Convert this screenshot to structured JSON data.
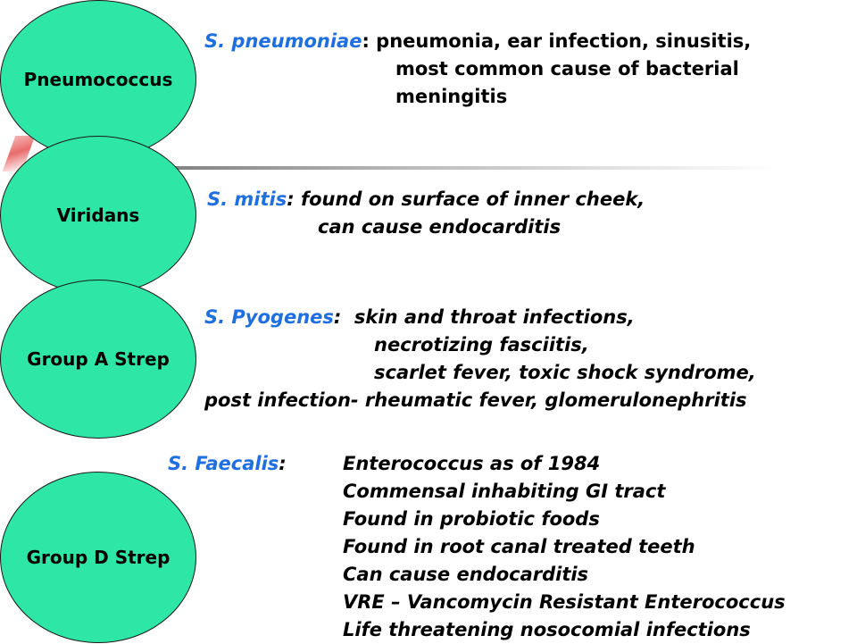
{
  "circles": {
    "pneumococcus": "Pneumococcus",
    "viridans": "Viridans",
    "group_a": "Group A Strep",
    "group_d": "Group D Strep"
  },
  "pneumoniae": {
    "species": "S. pneumoniae",
    "sep": ":",
    "lines": [
      " pneumonia, ear infection, sinusitis,",
      "most common cause of bacterial",
      "meningitis"
    ]
  },
  "mitis": {
    "species": "S. mitis",
    "sep": ":",
    "lines": [
      " found on surface of inner cheek,",
      "can cause endocarditis"
    ]
  },
  "pyogenes": {
    "species": "S. Pyogenes",
    "sep": ":",
    "lines": [
      "  skin and throat infections,",
      "necrotizing fasciitis,",
      "scarlet fever, toxic shock syndrome,",
      "post infection- rheumatic fever, glomerulonephritis"
    ]
  },
  "faecalis": {
    "species": "S. Faecalis",
    "sep": ":",
    "lines": [
      "Enterococcus as of 1984",
      "Commensal inhabiting GI tract",
      "Found in probiotic foods",
      "Found in root canal treated teeth",
      "Can cause endocarditis",
      "VRE – Vancomycin Resistant Enterococcus",
      "Life threatening nosocomial infections"
    ]
  },
  "colors": {
    "circle_fill": "#2ee6a6",
    "species_blue": "#1f6fe0"
  }
}
